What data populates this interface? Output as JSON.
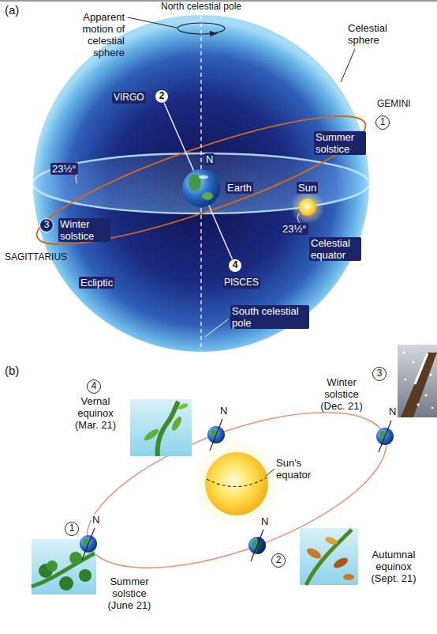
{
  "diagram": {
    "labels": [
      "(a)",
      "North celestial pole",
      "Apparent motion of celestial sphere",
      "Celestial sphere",
      "GEMINI",
      "1",
      "Summer solstice",
      "VIRGO",
      "2",
      "N",
      "23½°",
      "Earth",
      "Sun",
      "23½°",
      "Celestial equator",
      "3",
      "Winter solstice",
      "SAGITTARIUS",
      "Ecliptic",
      "4",
      "PISCES",
      "South celestial pole",
      "(b)",
      "4",
      "Vernal equinox (Mar. 21)",
      "N",
      "3",
      "Winter solstice (Dec. 21)",
      "Sun's equator",
      "N",
      "N",
      "1",
      "Summer solstice (June 21)",
      "N",
      "2",
      "Autumnal equinox (Sept. 21)"
    ]
  }
}
